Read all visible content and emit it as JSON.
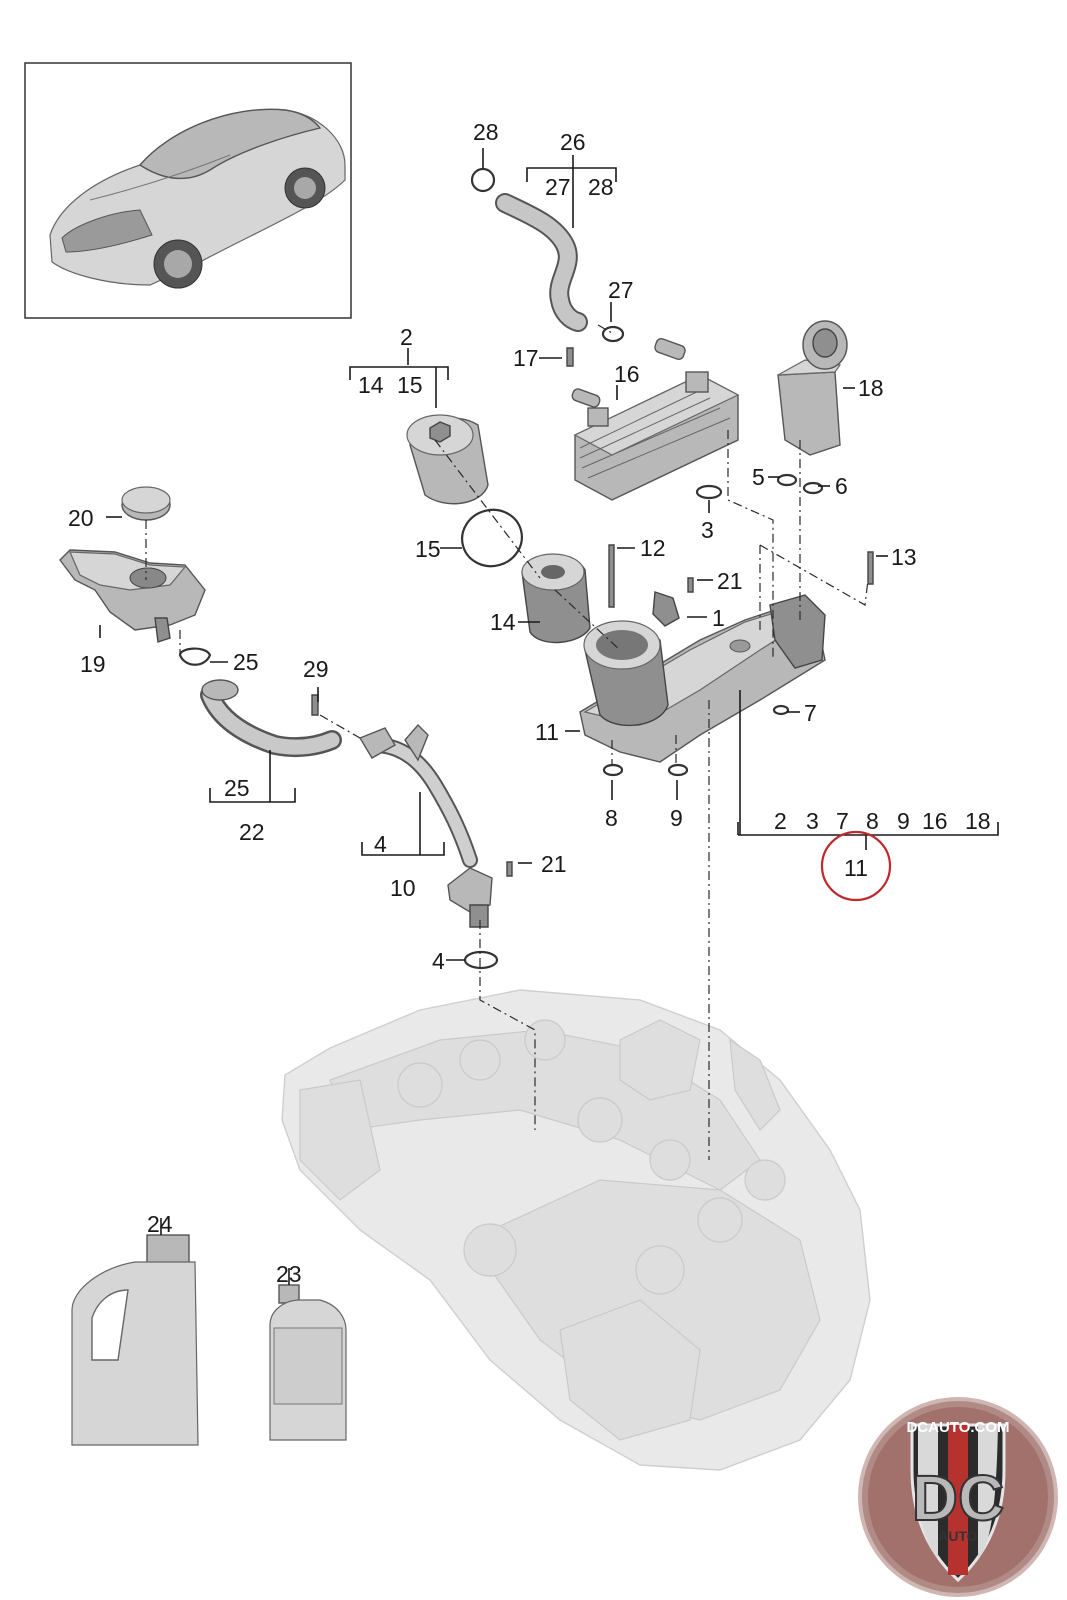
{
  "callouts": {
    "c1": "1",
    "c2": "2",
    "c3": "3",
    "c4a": "4",
    "c4b": "4",
    "c5": "5",
    "c6": "6",
    "c7": "7",
    "c8": "8",
    "c9": "9",
    "c10": "10",
    "c11a": "11",
    "c11b": "11",
    "c12": "12",
    "c13": "13",
    "c14": "14",
    "c15": "15",
    "c16": "16",
    "c17": "17",
    "c18": "18",
    "c19": "19",
    "c20": "20",
    "c21a": "21",
    "c21b": "21",
    "c22": "22",
    "c23": "23",
    "c24": "24",
    "c25a": "25",
    "c25b": "25",
    "c26": "26",
    "c27": "27",
    "c28": "28",
    "c29": "29"
  },
  "groups": {
    "g26": [
      "27",
      "28"
    ],
    "g2": [
      "14",
      "15"
    ],
    "g22": [
      "25"
    ],
    "g10": [
      "4"
    ],
    "g11": [
      "2",
      "3",
      "7",
      "8",
      "9",
      "16",
      "18"
    ]
  },
  "highlight": {
    "color": "#c0282d",
    "target": "11"
  },
  "logo": {
    "text_top": "DCAUTO.COM",
    "text_main": "DC",
    "text_sub": "AUTO"
  }
}
